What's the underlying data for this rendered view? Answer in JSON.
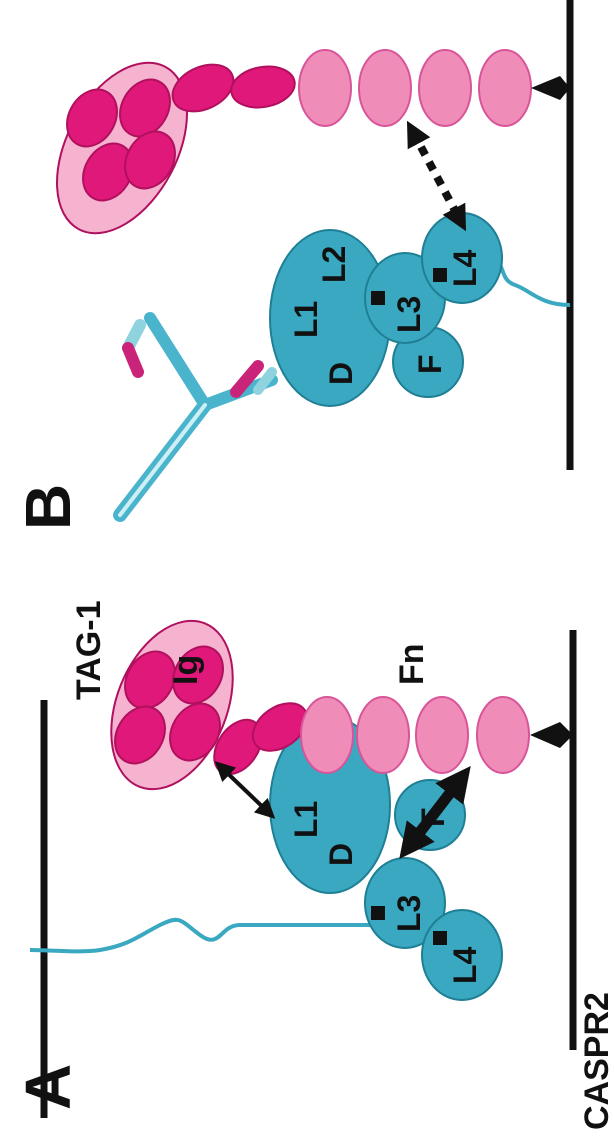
{
  "figure": {
    "panel_a_label": "A",
    "panel_b_label": "B",
    "caspr2_label": "CASPR2",
    "tag1_label": "TAG-1",
    "ig_label": "Ig",
    "fn_label": "Fn",
    "domains": {
      "d": "D",
      "l1": "L1",
      "l2": "L2",
      "l3": "L3",
      "l4": "L4",
      "f": "F"
    }
  },
  "colors": {
    "caspr2_teal": "#3aa8c0",
    "caspr2_stroke": "#1f7f95",
    "ig_magenta": "#e0187a",
    "ig_stroke": "#b0105e",
    "ig_envelope": "#f6b3cf",
    "fn_pink": "#f08cb8",
    "fn_stroke": "#d8559a",
    "membrane": "#111111",
    "antibody_light": "#8fd3df",
    "antibody_heavy": "#4ab4cc"
  }
}
